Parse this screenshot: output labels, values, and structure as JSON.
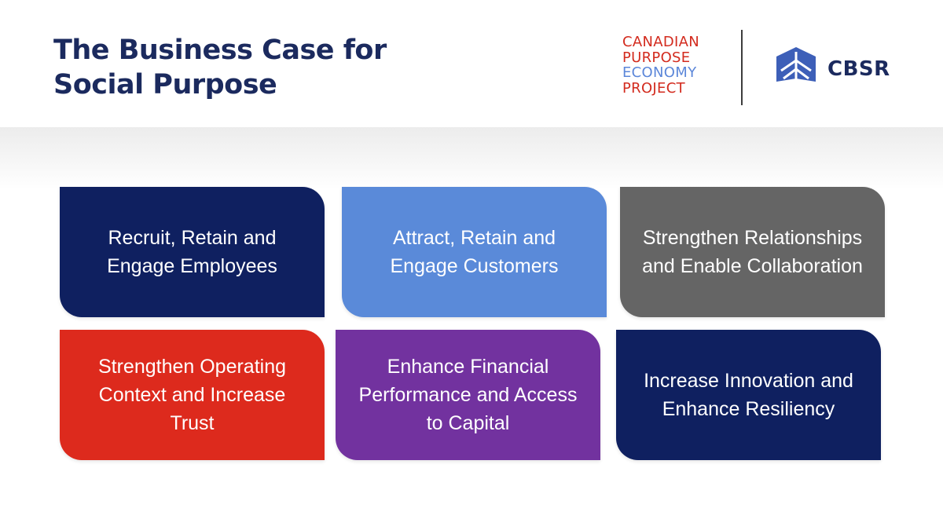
{
  "header": {
    "title_line1": "The Business Case for",
    "title_line2": "Social Purpose"
  },
  "logos": {
    "cppe": {
      "line1": "CANADIAN",
      "line2": "PURPOSE",
      "line3": "ECONOMY",
      "line4": "PROJECT"
    },
    "cbsr": {
      "label": "CBSR",
      "icon": "cbsr-leaf-icon"
    }
  },
  "cards": [
    {
      "label": "Recruit, Retain and Engage Employees",
      "color": "#0f2060"
    },
    {
      "label": "Attract, Retain and Engage Customers",
      "color": "#5a8ad9"
    },
    {
      "label": "Strengthen Relationships and Enable Collaboration",
      "color": "#656565"
    },
    {
      "label": "Strengthen Operating Context and Increase Trust",
      "color": "#dd2a1d"
    },
    {
      "label": "Enhance Financial Performance and Access to Capital",
      "color": "#72329f"
    },
    {
      "label": "Increase Innovation and Enhance Resiliency",
      "color": "#0f2060"
    }
  ],
  "colors": {
    "navy": "#1b2a5e",
    "red": "#d32b1e",
    "blue": "#5b86d9"
  }
}
